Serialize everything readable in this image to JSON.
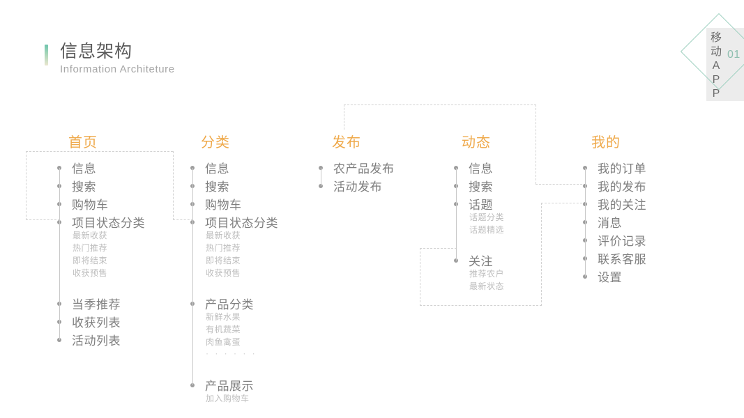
{
  "header": {
    "title": "信息架构",
    "subtitle": "Information Architeture"
  },
  "badge": {
    "line1": "移",
    "line2": "动",
    "line3": "A",
    "line4": "P",
    "line5": "P",
    "number": "01"
  },
  "colors": {
    "accent_orange": "#efa94a",
    "accent_teal": "#6ec4ad",
    "text_dark": "#595959",
    "text_main": "#7f7f7f",
    "text_sub": "#bdbdbd",
    "line_gray": "#c9c9c9",
    "dash_gray": "#d2d2d2"
  },
  "columns": [
    {
      "id": "home",
      "head": "首页",
      "nodes": [
        {
          "label": "信息",
          "subs": []
        },
        {
          "label": "搜索",
          "subs": []
        },
        {
          "label": "购物车",
          "subs": []
        },
        {
          "label": "项目状态分类",
          "subs": [
            "最新收获",
            "热门推荐",
            "即将结束",
            "收获预售"
          ]
        },
        {
          "label": "当季推荐",
          "subs": []
        },
        {
          "label": "收获列表",
          "subs": []
        },
        {
          "label": "活动列表",
          "subs": []
        }
      ]
    },
    {
      "id": "category",
      "head": "分类",
      "nodes": [
        {
          "label": "信息",
          "subs": []
        },
        {
          "label": "搜索",
          "subs": []
        },
        {
          "label": "购物车",
          "subs": []
        },
        {
          "label": "项目状态分类",
          "subs": [
            "最新收获",
            "热门推荐",
            "即将结束",
            "收获预售"
          ]
        },
        {
          "label": "产品分类",
          "subs": [
            "新鲜水果",
            "有机蔬菜",
            "肉鱼禽蛋",
            "· · · · · ·"
          ]
        },
        {
          "label": "产品展示",
          "subs": [
            "加入购物车"
          ]
        }
      ]
    },
    {
      "id": "publish",
      "head": "发布",
      "nodes": [
        {
          "label": "农产品发布",
          "subs": []
        },
        {
          "label": "活动发布",
          "subs": []
        }
      ]
    },
    {
      "id": "feed",
      "head": "动态",
      "nodes": [
        {
          "label": "信息",
          "subs": []
        },
        {
          "label": "搜索",
          "subs": []
        },
        {
          "label": "话题",
          "subs": [
            "话题分类",
            "话题精选"
          ]
        },
        {
          "label": "关注",
          "subs": [
            "推荐农户",
            "最新状态"
          ]
        }
      ]
    },
    {
      "id": "mine",
      "head": "我的",
      "nodes": [
        {
          "label": "我的订单",
          "subs": []
        },
        {
          "label": "我的发布",
          "subs": []
        },
        {
          "label": "我的关注",
          "subs": []
        },
        {
          "label": "消息",
          "subs": []
        },
        {
          "label": "评价记录",
          "subs": []
        },
        {
          "label": "联系客服",
          "subs": []
        },
        {
          "label": "设置",
          "subs": []
        }
      ]
    }
  ]
}
